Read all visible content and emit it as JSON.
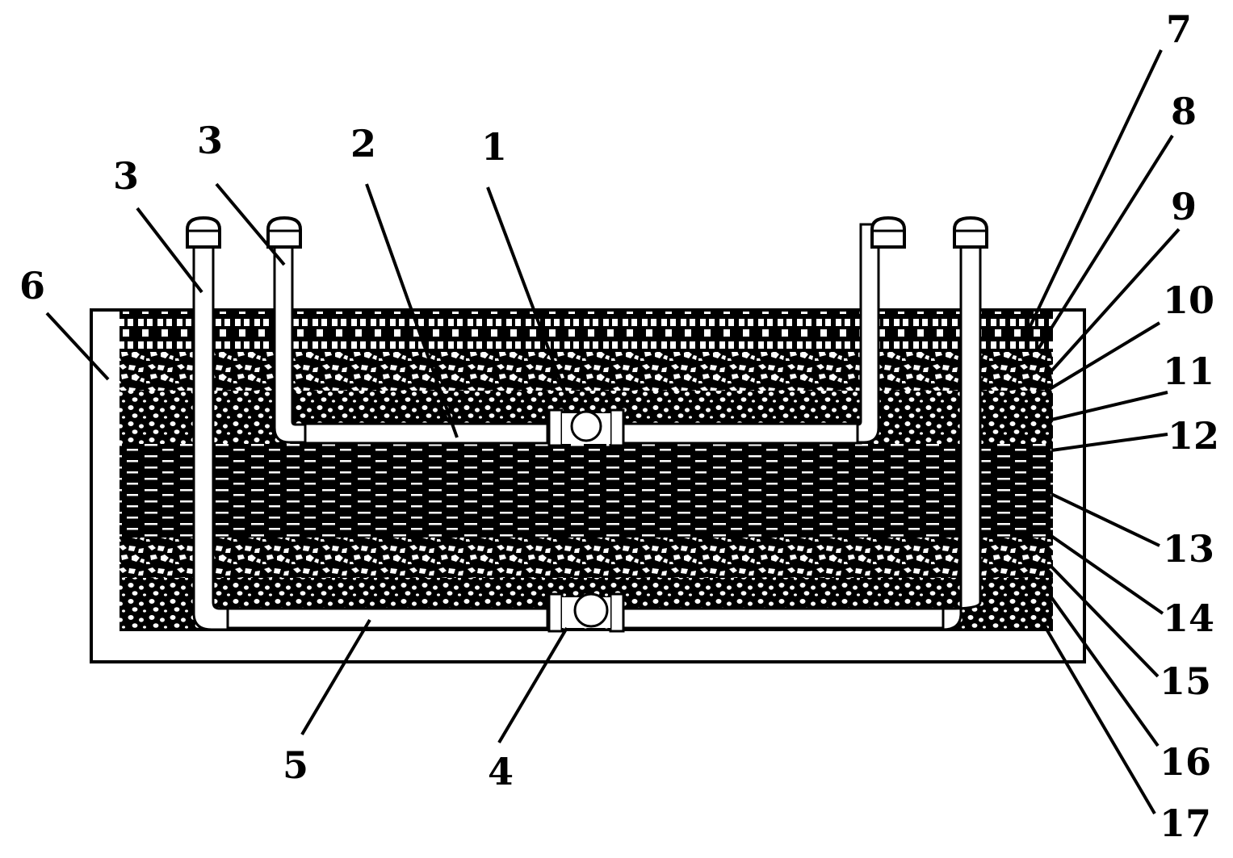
{
  "labels": {
    "l1": "1",
    "l2": "2",
    "l3a": "3",
    "l3b": "3",
    "l4": "4",
    "l5": "5",
    "l6": "6",
    "l7": "7",
    "l8": "8",
    "l9": "9",
    "l10": "10",
    "l11": "11",
    "l12": "12",
    "l13": "13",
    "l14": "14",
    "l15": "15",
    "l16": "16",
    "l17": "17"
  },
  "colors": {
    "ink": "#000000",
    "paper": "#ffffff"
  }
}
